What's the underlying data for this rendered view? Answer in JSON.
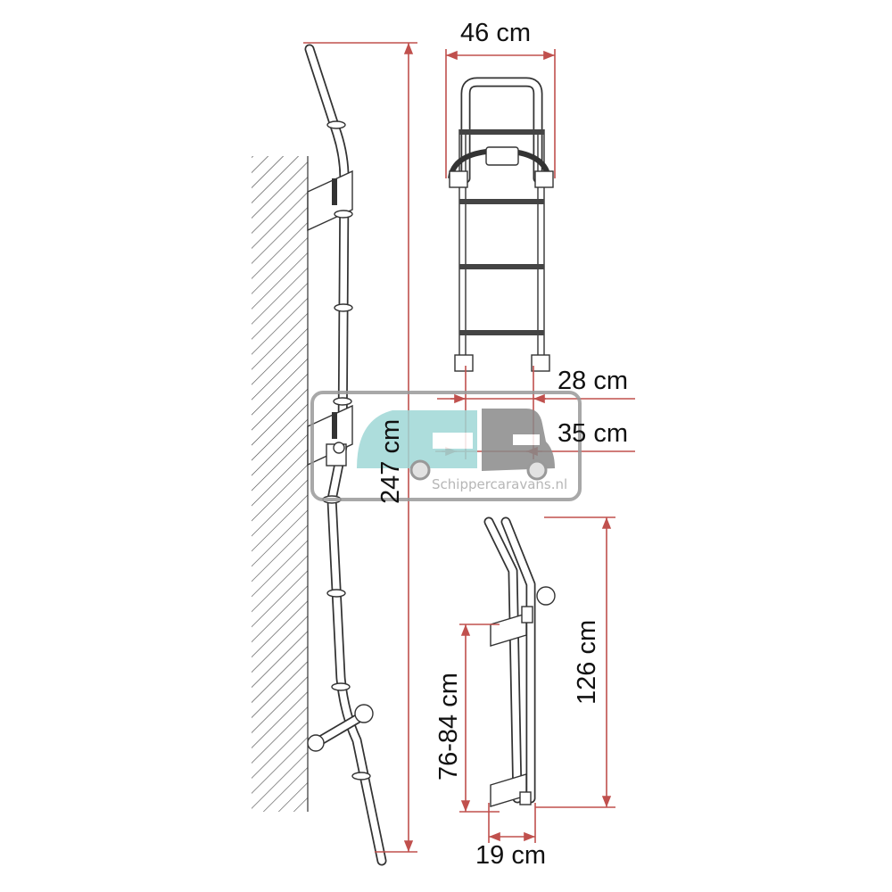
{
  "dimensions": {
    "total_height": "247 cm",
    "width": "46 cm",
    "foot_spacing": "28 cm",
    "wall_distance": "35 cm",
    "folded_height": "126 cm",
    "bracket_spacing": "76-84 cm",
    "folded_depth": "19 cm"
  },
  "watermark": {
    "text": "Schippercaravans.nl"
  },
  "colors": {
    "dimension_line": "#c0504d",
    "watermark_caravan": "#9fd8d6",
    "watermark_van": "#8a8a8a"
  }
}
